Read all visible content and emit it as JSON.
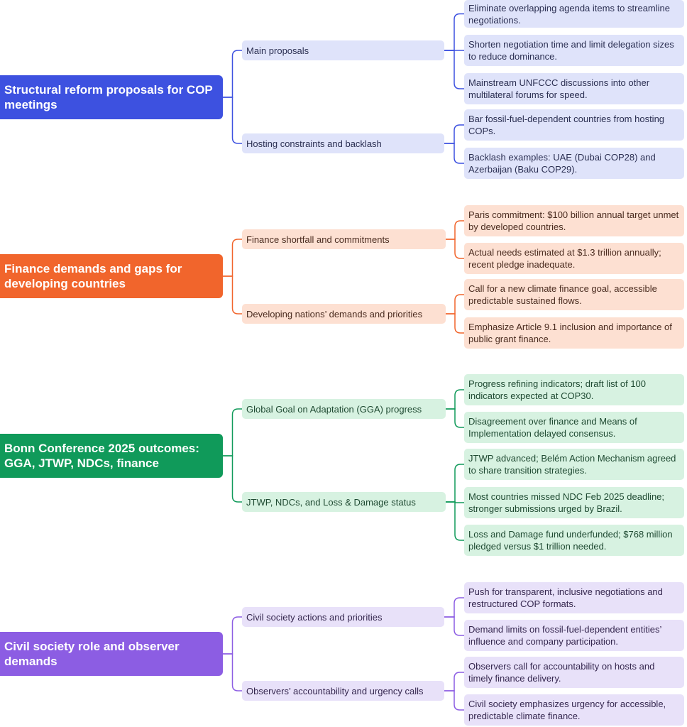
{
  "colors": {
    "b1_root": "#3d51e0",
    "b1_line": "#3d51e0",
    "b2_root": "#f1652c",
    "b2_line": "#f1652c",
    "b3_root": "#109a5a",
    "b3_line": "#109a5a",
    "b4_root": "#8c5de3",
    "b4_line": "#8c5de3"
  },
  "branches": [
    {
      "title": "Structural reform proposals for COP meetings",
      "subtopics": [
        {
          "label": "Main proposals",
          "details": [
            "Eliminate overlapping agenda items to streamline negotiations.",
            "Shorten negotiation time and limit delegation sizes to reduce dominance.",
            "Mainstream UNFCCC discussions into other multilateral forums for speed."
          ]
        },
        {
          "label": "Hosting constraints and backlash",
          "details": [
            "Bar fossil-fuel-dependent countries from hosting COPs.",
            "Backlash examples: UAE (Dubai COP28) and Azerbaijan (Baku COP29)."
          ]
        }
      ]
    },
    {
      "title": "Finance demands and gaps for developing countries",
      "subtopics": [
        {
          "label": "Finance shortfall and commitments",
          "details": [
            "Paris commitment: $100 billion annual target unmet by developed countries.",
            "Actual needs estimated at $1.3 trillion annually; recent pledge inadequate."
          ]
        },
        {
          "label": "Developing nations’ demands and priorities",
          "details": [
            "Call for a new climate finance goal, accessible predictable sustained flows.",
            "Emphasize Article 9.1 inclusion and importance of public grant finance."
          ]
        }
      ]
    },
    {
      "title": "Bonn Conference 2025 outcomes: GGA, JTWP, NDCs, finance",
      "subtopics": [
        {
          "label": "Global Goal on Adaptation (GGA) progress",
          "details": [
            "Progress refining indicators; draft list of 100 indicators expected at COP30.",
            "Disagreement over finance and Means of Implementation delayed consensus."
          ]
        },
        {
          "label": "JTWP, NDCs, and Loss & Damage status",
          "details": [
            "JTWP advanced; Belém Action Mechanism agreed to share transition strategies.",
            "Most countries missed NDC Feb 2025 deadline; stronger submissions urged by Brazil.",
            "Loss and Damage fund underfunded; $768 million pledged versus $1 trillion needed."
          ]
        }
      ]
    },
    {
      "title": "Civil society role and observer demands",
      "subtopics": [
        {
          "label": "Civil society actions and priorities",
          "details": [
            "Push for transparent, inclusive negotiations and restructured COP formats.",
            "Demand limits on fossil-fuel-dependent entities’ influence and company participation."
          ]
        },
        {
          "label": "Observers’ accountability and urgency calls",
          "details": [
            "Observers call for accountability on hosts and timely finance delivery.",
            "Civil society emphasizes urgency for accessible, predictable climate finance."
          ]
        }
      ]
    }
  ]
}
